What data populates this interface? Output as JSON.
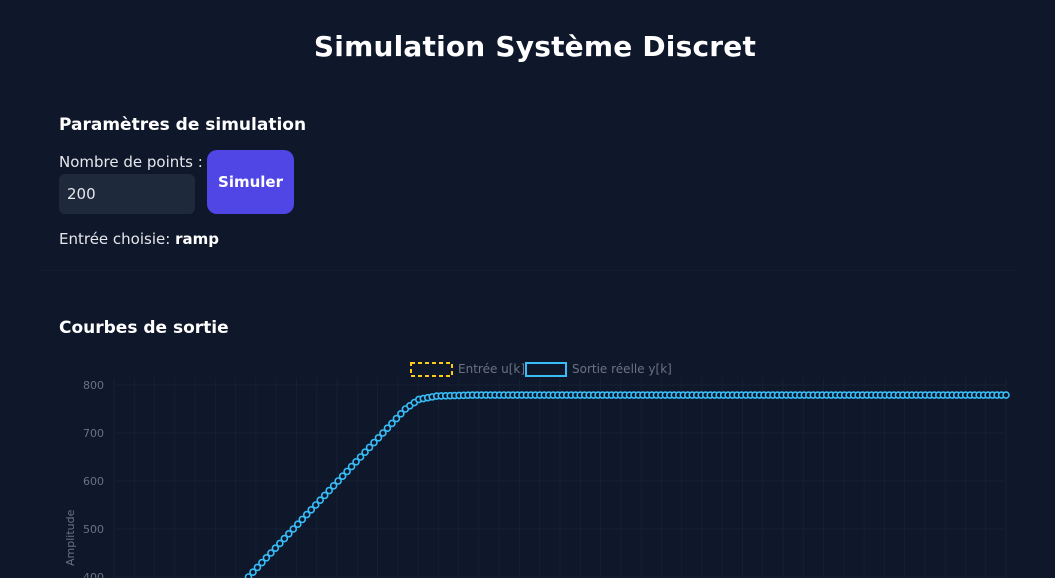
{
  "page_title": "Simulation Système Discret",
  "params": {
    "section_title": "Paramètres de simulation",
    "points_label": "Nombre de points :",
    "points_value": "200",
    "simulate_button": "Simuler",
    "entry_label": "Entrée choisie:",
    "entry_value": "ramp"
  },
  "chart_section_title": "Courbes de sortie",
  "colors": {
    "background": "#0f172a",
    "button": "#4f46e5",
    "input_series": "#facc15",
    "output_series": "#38bdf8"
  },
  "chart_data": {
    "type": "line",
    "title": "",
    "xlabel": "",
    "ylabel": "Amplitude",
    "legend_position": "top-center",
    "grid": true,
    "x_range": [
      0,
      199
    ],
    "y_visible_ticks": [
      800,
      700,
      600,
      500,
      400
    ],
    "series": [
      {
        "name": "Entrée u[k]",
        "style": "dashed",
        "color": "#facc15",
        "values_visible": false
      },
      {
        "name": "Sortie réelle y[k]",
        "style": "solid-with-markers",
        "color": "#38bdf8",
        "description_points": [
          {
            "k": 30,
            "y": 400
          },
          {
            "k": 40,
            "y": 500
          },
          {
            "k": 50,
            "y": 600
          },
          {
            "k": 60,
            "y": 700
          },
          {
            "k": 65,
            "y": 750
          },
          {
            "k": 68,
            "y": 770
          },
          {
            "k": 72,
            "y": 777
          },
          {
            "k": 80,
            "y": 779
          },
          {
            "k": 199,
            "y": 779
          }
        ]
      }
    ]
  }
}
